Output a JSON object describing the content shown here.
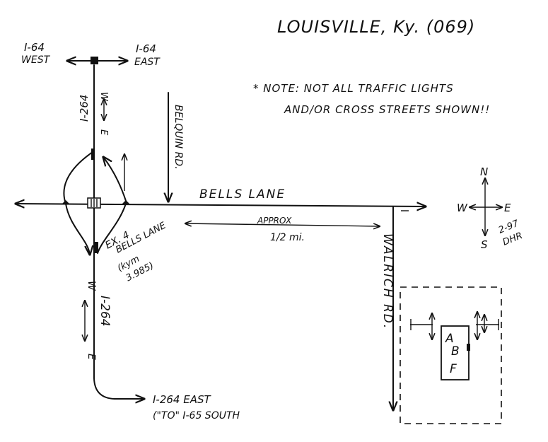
{
  "title": "LOUISVILLE, Ky. (069)",
  "note_line1": "* NOTE: NOT ALL TRAFFIC LIGHTS",
  "note_line2": "AND/OR CROSS STREETS SHOWN!!",
  "i64_west": "I-64",
  "i64_west_sub": "WEST",
  "i64_east": "I-64",
  "i64_east_sub": "EAST",
  "i264_north_label": "I-264",
  "i264_north_w": "W",
  "i264_north_e": "E",
  "i264_south_label": "I-264",
  "i264_south_w": "W",
  "i264_south_e": "E",
  "belquin_rd": "BELQUIN RD.",
  "bells_lane": "BELLS LANE",
  "exit_line1": "EX. 4",
  "exit_line2": "BELLS LANE",
  "exit_line3": "(kym",
  "exit_line4": "3.985)",
  "approx": "APPROX",
  "half_mile": "1/2 mi.",
  "walrich_rd": "WALRICH RD.",
  "compass_n": "N",
  "compass_s": "S",
  "compass_w": "W",
  "compass_e": "E",
  "date_code1": "2-97",
  "date_code2": "DHR",
  "building_a": "A",
  "building_b": "B",
  "building_f": "F",
  "i264_east_line1": "I-264 EAST",
  "i264_east_line2": "(\"TO\" I-65 SOUTH"
}
